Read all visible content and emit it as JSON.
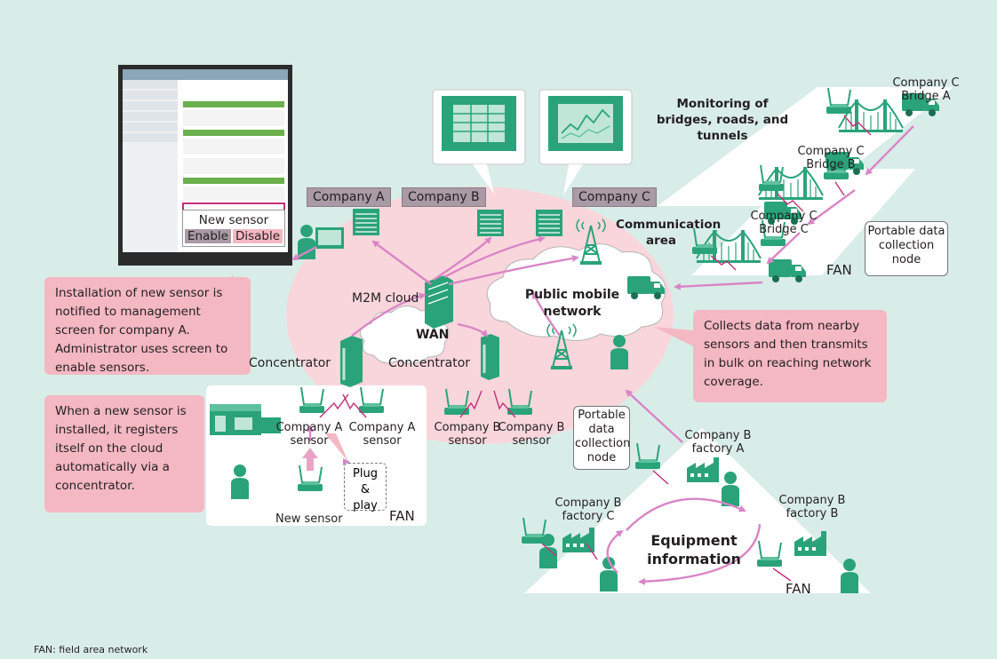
{
  "labels": {
    "company_a": "Company A",
    "company_b": "Company B",
    "company_c": "Company C",
    "m2m_cloud": "M2M cloud",
    "wan": "WAN",
    "public_mobile": "Public mobile network",
    "concentrator_left": "Concentrator",
    "concentrator_mid": "Concentrator",
    "company_a_sensor_1": "Company A sensor",
    "company_a_sensor_2": "Company A sensor",
    "company_b_sensor_1": "Company B sensor",
    "company_b_sensor_2": "Company B sensor",
    "new_sensor": "New sensor",
    "plug_play": "Plug & play",
    "fan_left": "FAN",
    "fan_right": "FAN",
    "fan_bottom": "FAN",
    "monitoring": "Monitoring of bridges, roads, and tunnels",
    "bridge_a": "Company C Bridge A",
    "bridge_b": "Company C Bridge B",
    "bridge_c": "Company C Bridge C",
    "comm_area": "Communication area",
    "portable_node_right": "Portable data collection node",
    "portable_node_mid": "Portable data collection node",
    "factory_a": "Company B factory A",
    "factory_b": "Company B factory B",
    "factory_c": "Company B factory C",
    "equipment": "Equipment information",
    "footnote": "FAN: field area network"
  },
  "popup": {
    "title": "New sensor",
    "enable": "Enable",
    "disable": "Disable"
  },
  "callouts": {
    "installation": "Installation of new sensor is notified to management screen for company A. Administrator uses screen to enable sensors.",
    "new_sensor_installed": "When a new sensor is installed, it registers itself on the cloud automatically via a concentrator.",
    "collects": "Collects data from nearby sensors and then transmits in bulk on reaching network coverage."
  },
  "colors": {
    "background": "#d9ede8",
    "cloud_pink": "#f9d6dc",
    "callout_pink": "#f4b8c3",
    "device_green": "#2aa37a",
    "arrow_pink": "#d985c5",
    "tag_gray": "#a99aa5"
  }
}
